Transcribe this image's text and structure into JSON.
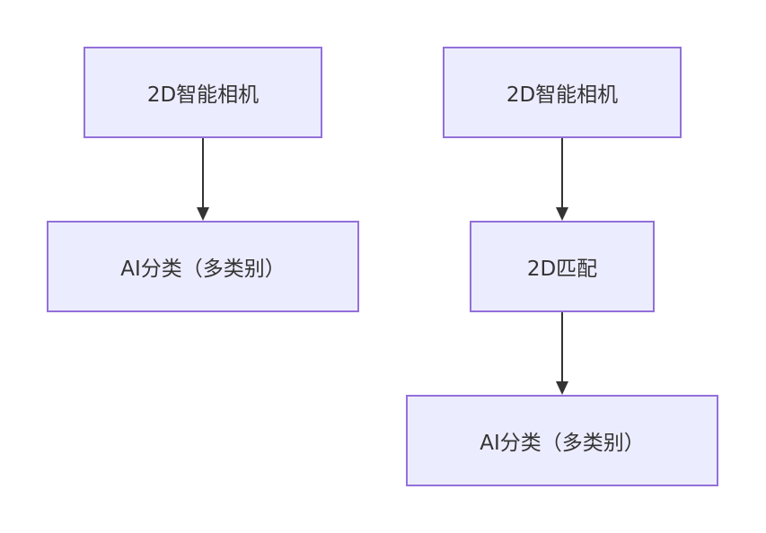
{
  "diagram": {
    "left_flow": {
      "node_camera": "2D智能相机",
      "node_classify": "AI分类（多类别）"
    },
    "right_flow": {
      "node_camera": "2D智能相机",
      "node_match": "2D匹配",
      "node_classify": "AI分类（多类别）"
    },
    "colors": {
      "node_fill": "#ececff",
      "node_border": "#9370db",
      "edge": "#333333",
      "text": "#333333"
    }
  }
}
